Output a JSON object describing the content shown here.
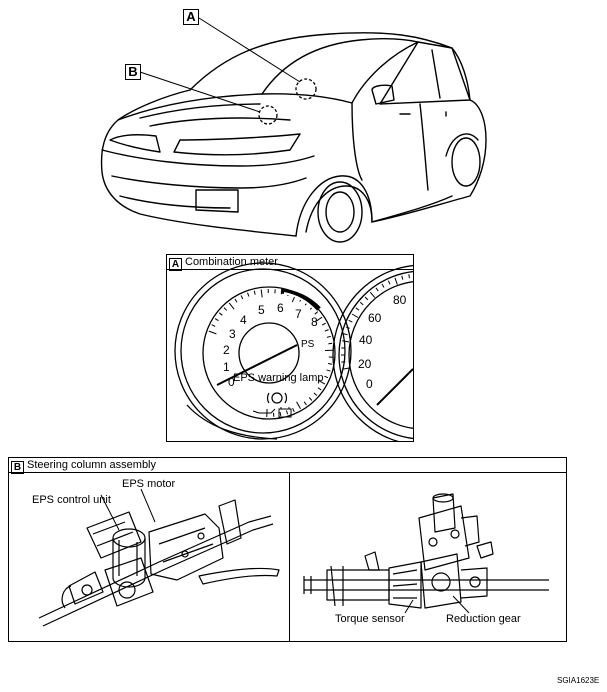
{
  "callouts": {
    "a": "A",
    "b": "B"
  },
  "meter_panel": {
    "tag": "A",
    "title": "Combination meter",
    "tacho_ticks": [
      "0",
      "1",
      "2",
      "3",
      "4",
      "5",
      "6",
      "7",
      "8"
    ],
    "speedo_ticks": [
      "0",
      "20",
      "40",
      "60",
      "80"
    ],
    "ps_label": "PS",
    "eps_lamp_label": "EPS warning lamp"
  },
  "column_panel": {
    "tag": "B",
    "title": "Steering column assembly",
    "eps_motor": "EPS motor",
    "eps_control_unit": "EPS control unit",
    "torque_sensor": "Torque sensor",
    "reduction_gear": "Reduction gear"
  },
  "figure_code": "SGIA1623E"
}
